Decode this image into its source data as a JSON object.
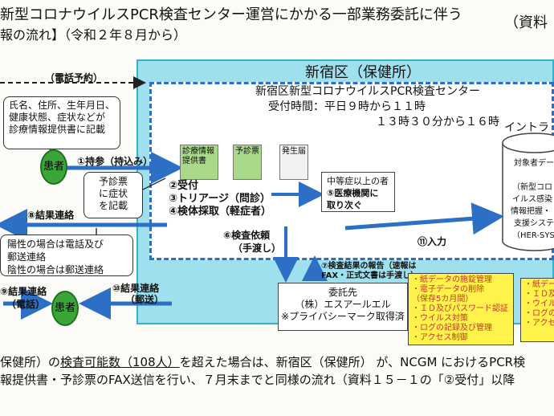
{
  "header": {
    "title_line1": "新型コロナウイルスPCR検査センター運営にかかる一部業務委託に伴う",
    "title_line2": "報の流れ】（令和２年８月から）",
    "doc_ref": "（資料"
  },
  "center": {
    "region_label": "新宿区（保健所）",
    "pcr_title": "新宿区新型コロナウイルスPCR検査センター",
    "hours_line1": "受付時間：平日９時から１１時",
    "hours_line2": "１３時３０分から１６時",
    "intranet_label": "イントラ",
    "db_lines": [
      "対象者デー",
      "（新型コロ",
      "イルス感染",
      "情報把握・",
      "支援システ",
      "（HER-SYS"
    ]
  },
  "left": {
    "phone_reservation": "（電話予約）",
    "callout_lines": [
      "氏名、住所、生年月日、",
      "健康状態、症状などが",
      "診療情報提供書に記載"
    ],
    "patient_label": "患者",
    "step1": "①持参（持込み）",
    "callout2_lines": [
      "予診票",
      "に症状",
      "を記載"
    ],
    "step8": "⑧結果連絡",
    "callout3_lines": [
      "陽性の場合は電話及び",
      "郵送連絡",
      "陰性の場合は郵送連絡"
    ],
    "step9": "⑨結果連絡",
    "step9_sub": "（電話）",
    "step10": "⑩結果連絡",
    "step10_sub": "（郵送）"
  },
  "documents": {
    "doc1": "診療情報提供書",
    "doc2": "予診票",
    "doc3": "発生届"
  },
  "steps": {
    "step2": "②受付",
    "step3": "③トリアージ（問診）",
    "step4": "④検体採取（軽症者）",
    "medical_lines": [
      "中等症以上の者",
      "⑤医療機関に",
      "取り次ぐ"
    ],
    "step6": "⑥検査依頼",
    "step6_sub": "（手渡し）",
    "step11": "⑪入力",
    "step7_line1": "⑦検査結果の報告（速報は",
    "step7_line2": "FAX・正式文書は手渡し）"
  },
  "consignee": {
    "lines": [
      "委託先",
      "（株）エスアールエル",
      "※プライバシーマーク取得済"
    ]
  },
  "security_box1": {
    "lines": [
      "・紙データの施錠管理",
      "・電子データの削除",
      "（保存5カ月間）",
      "・ＩＤ及びパスワード認証",
      "・ウイルス対策",
      "・ログの記録及び管理",
      "・アクセス制御"
    ]
  },
  "security_box2": {
    "lines": [
      "・紙デー",
      "・ＩＤ及",
      "・ウイル",
      "・ログの",
      "・アクセ"
    ]
  },
  "footer": {
    "line1_pre": "保健所）の",
    "line1_underlined": "検査可能数（108人）",
    "line1_post": "を超えた場合は、新宿区（保健所） が、NCGM におけるPCR検",
    "line2": "報提供書・予診票のFAX送信を行い、７月末までと同様の流れ（資料１５－１の「②受付」以降"
  },
  "colors": {
    "center_bg": "#9fe0ee",
    "dashed_border": "#2d6fc4",
    "arrow": "#2d6fc4",
    "patient": "#3aa63a",
    "security_box": "#fff24a",
    "security_text": "#c0392b"
  }
}
